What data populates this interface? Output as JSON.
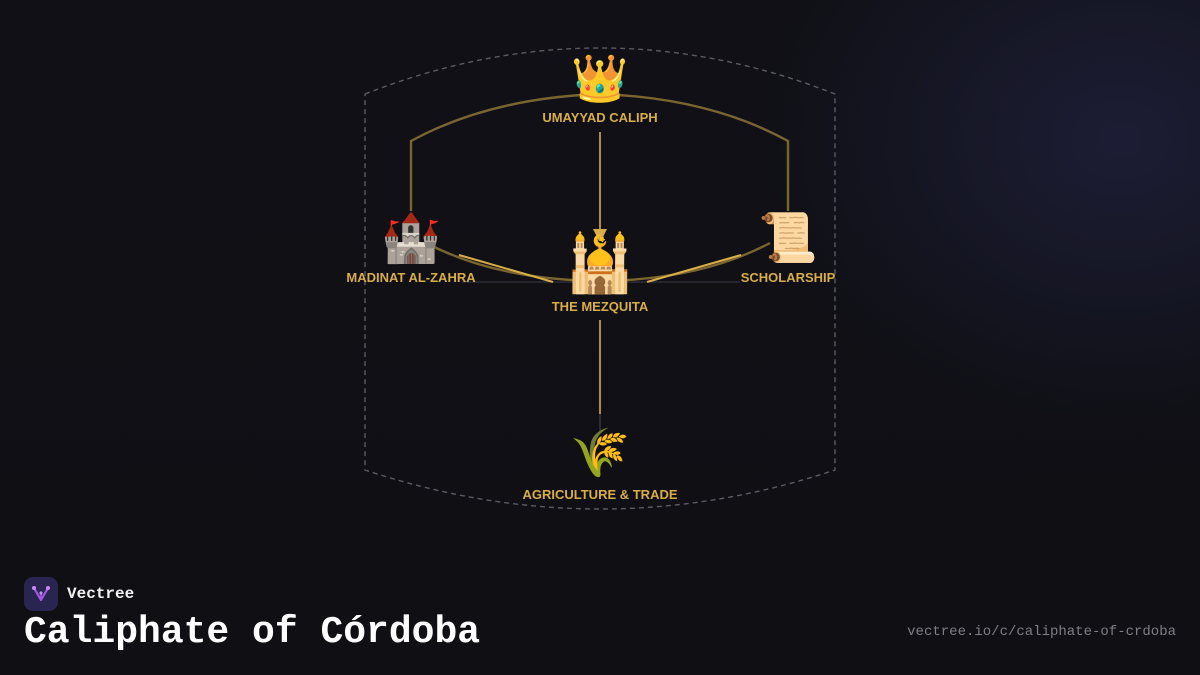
{
  "brand": {
    "name": "Vectree",
    "logo_icon": "vectree-logo-icon",
    "accent": "#a35be0"
  },
  "page": {
    "title": "Caliphate of Córdoba",
    "url": "vectree.io/c/caliphate-of-crdoba"
  },
  "colors": {
    "background": "#0f0f14",
    "label": "#d9ae48",
    "connector": "#d9ae48",
    "boundary_dashed": "#5a5a64"
  },
  "diagram": {
    "nodes": {
      "caliph": {
        "label": "UMAYYAD CALIPH",
        "icon": "crown-icon",
        "glyph": "👑"
      },
      "zahra": {
        "label": "MADINAT AL-ZAHRA",
        "icon": "castle-icon",
        "glyph": "🏰"
      },
      "scholarship": {
        "label": "SCHOLARSHIP",
        "icon": "scroll-icon",
        "glyph": "📜"
      },
      "mezquita": {
        "label": "THE MEZQUITA",
        "icon": "mosque-icon",
        "glyph": "🕌"
      },
      "agriculture": {
        "label": "AGRICULTURE & TRADE",
        "icon": "wheat-icon",
        "glyph": "🌾"
      }
    },
    "edges": [
      {
        "from": "caliph",
        "to": "mezquita",
        "arrow": true
      },
      {
        "from": "zahra",
        "to": "mezquita",
        "arrow": false
      },
      {
        "from": "scholarship",
        "to": "mezquita",
        "arrow": false
      },
      {
        "from": "mezquita",
        "to": "agriculture",
        "arrow": false
      },
      {
        "from": "caliph",
        "to": "zahra",
        "arrow": false
      },
      {
        "from": "caliph",
        "to": "scholarship",
        "arrow": false
      }
    ]
  }
}
